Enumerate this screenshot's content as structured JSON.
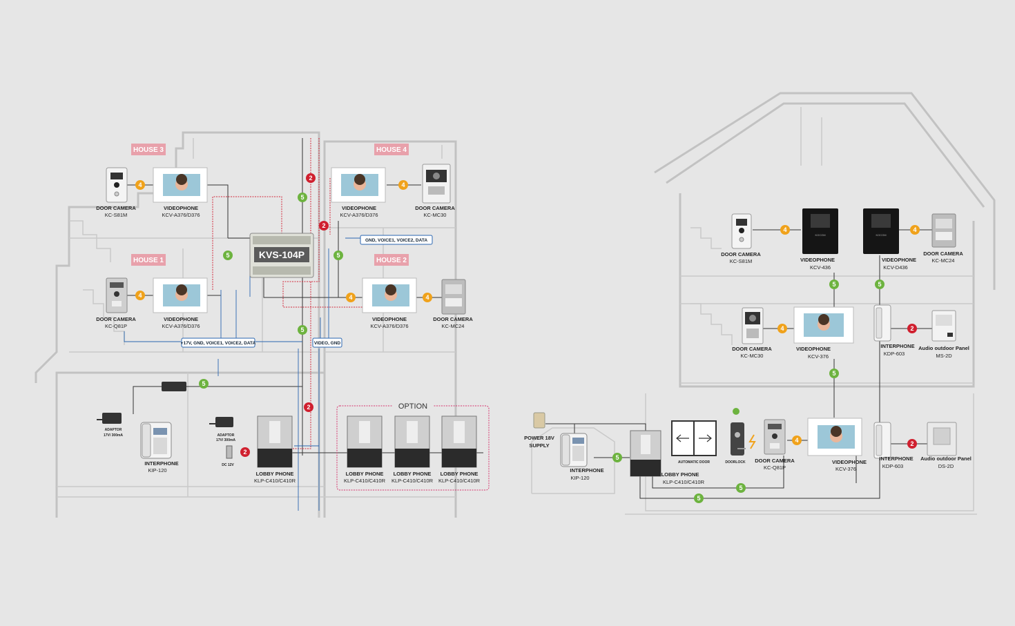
{
  "left_diagram": {
    "houses": [
      "HOUSE 3",
      "HOUSE 4",
      "HOUSE 1",
      "HOUSE 2"
    ],
    "distributor": "KVS-104P",
    "option_label": "OPTION",
    "devices": {
      "h3_camera": [
        "DOOR CAMERA",
        "KC-S81M"
      ],
      "h3_videophone": [
        "VIDEOPHONE",
        "KCV-A376/D376"
      ],
      "h4_videophone": [
        "VIDEOPHONE",
        "KCV-A376/D376"
      ],
      "h4_camera": [
        "DOOR CAMERA",
        "KC-MC30"
      ],
      "h1_camera": [
        "DOOR CAMERA",
        "KC-Q81P"
      ],
      "h1_videophone": [
        "VIDEOPHONE",
        "KCV-A376/D376"
      ],
      "h2_videophone": [
        "VIDEOPHONE",
        "KCV-A376/D376"
      ],
      "h2_camera": [
        "DOOR CAMERA",
        "KC-MC24"
      ],
      "interphone": [
        "INTERPHONE",
        "KIP-120"
      ],
      "adaptor1": [
        "ADAPTOR",
        "17V/ 300mA"
      ],
      "adaptor2": [
        "ADAPTOR",
        "17V/ 300mA"
      ],
      "dc12v": "DC 12V",
      "lobby_main": [
        "LOBBY PHONE",
        "KLP-C410/C410R"
      ],
      "lobby_opt1": [
        "LOBBY PHONE",
        "KLP-C410/C410R"
      ],
      "lobby_opt2": [
        "LOBBY PHONE",
        "KLP-C410/C410R"
      ],
      "lobby_opt3": [
        "LOBBY PHONE",
        "KLP-C410/C410R"
      ]
    },
    "wire_boxes": [
      "GND, VOICE1, VOICE2, DATA",
      "+17V, GND, VOICE1, VOICE2, DATA",
      "VIDEO, GND"
    ]
  },
  "right_diagram": {
    "devices": {
      "cam_s81m": [
        "DOOR CAMERA",
        "KC-S81M"
      ],
      "vp_436": [
        "VIDEOPHONE",
        "KCV-436"
      ],
      "vp_d436": [
        "VIDEOPHONE",
        "KCV-D436"
      ],
      "cam_mc24": [
        "DOOR CAMERA",
        "KC-MC24"
      ],
      "cam_mc30": [
        "DOOR CAMERA",
        "KC-MC30"
      ],
      "vp_376a": [
        "VIDEOPHONE",
        "KCV-376"
      ],
      "int_603a": [
        "INTERPHONE",
        "KDP-603"
      ],
      "audio_ms2d": [
        "Audio outdoor Panel",
        "MS-2D"
      ],
      "power": [
        "POWER 18V",
        "SUPPLY"
      ],
      "interphone": [
        "INTERPHONE",
        "KIP-120"
      ],
      "lobby": [
        "LOBBY PHONE",
        "KLP-C410/C410R"
      ],
      "auto_door": "AUTOMATIC DOOR",
      "doorlock": "DOORLOCK",
      "cam_q81p": [
        "DOOR CAMERA",
        "KC-Q81P"
      ],
      "vp_376b": [
        "VIDEOPHONE",
        "KCV-376"
      ],
      "int_603b": [
        "INTERPHONE",
        "KDP-603"
      ],
      "audio_ds2d": [
        "Audio outdoor Panel",
        "DS-2D"
      ]
    },
    "brand": "KOCOM"
  },
  "badges": {
    "b2": "2",
    "b4": "4",
    "b5": "5"
  },
  "colors": {
    "background": "#e6e6e6",
    "wall": "#c2c2c2",
    "house_label": "#e8a1ab",
    "badge_red": "#d0202f",
    "badge_orange": "#f0a21b",
    "badge_green": "#6db33f",
    "wire_red": "#d3283b",
    "wire_blue": "#2a66b0",
    "option_border": "#d6336c"
  }
}
